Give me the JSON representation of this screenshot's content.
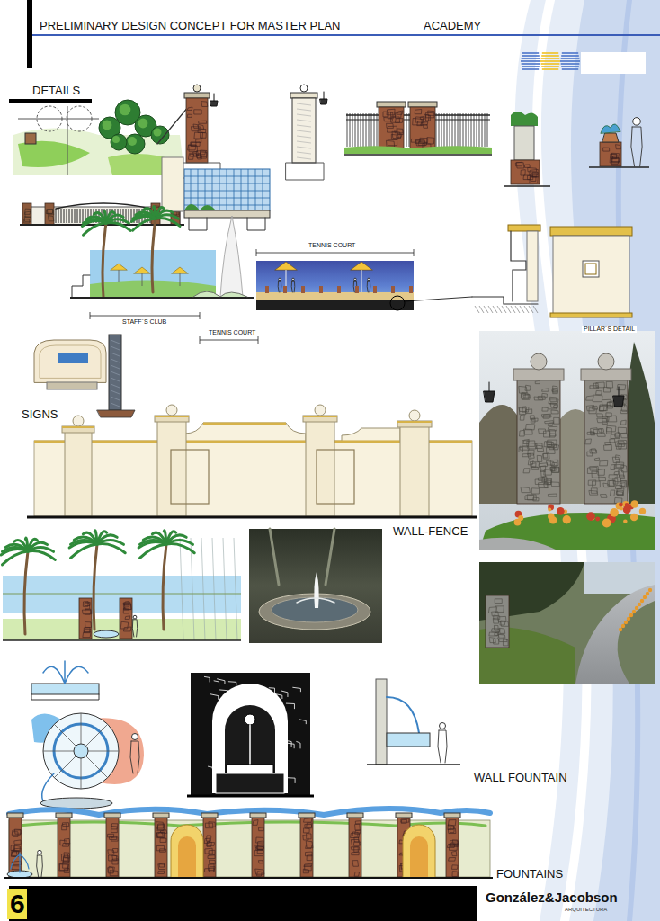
{
  "diagram": {
    "title": "PRELIMINARY DESIGN CONCEPT FOR MASTER PLAN",
    "labels": [
      "ACADEMY",
      "DETAILS",
      "TENNIS COURT",
      "STAFF´S CLUB",
      "TENNIS COURT",
      "PILLAR´S DETAIL",
      "SIGNS",
      "WALL-FENCE",
      "WALL FOUNTAIN",
      "FOUNTAINS",
      "6",
      "González&Jacobson",
      "ARQUITECTURA"
    ]
  }
}
